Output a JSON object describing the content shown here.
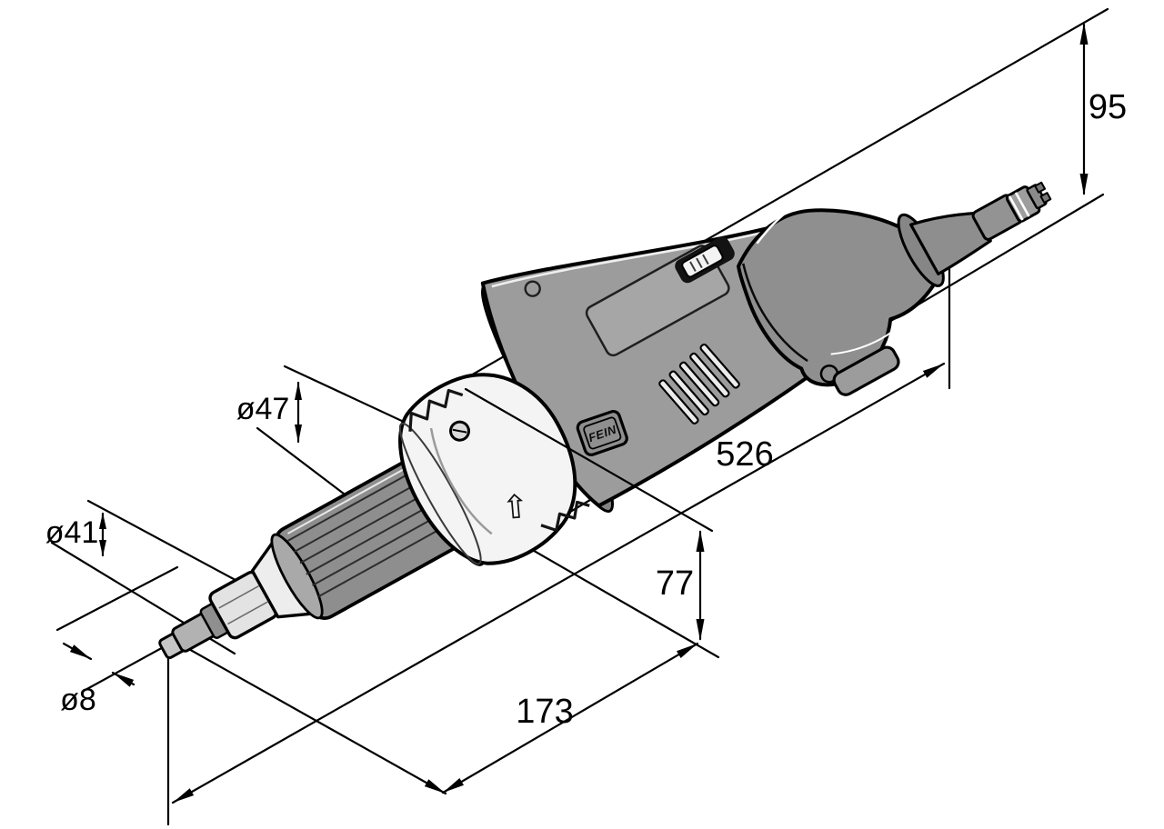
{
  "figure": {
    "kind": "technical-dimension-drawing",
    "subject": "FEIN straight die grinder, oblique side view with dimension lines",
    "units": "mm"
  },
  "dimensions": {
    "rear_height": "95",
    "overall_length": "526",
    "collar_height": "77",
    "front_length": "173",
    "collar_diameter": "ø47",
    "barrel_diameter": "ø41",
    "spindle_diameter": "ø8"
  },
  "badge": {
    "brand": "FEIN"
  },
  "icons": {
    "rotation_arrow": "⇧"
  },
  "colors": {
    "line": "#000000",
    "housing_gray": "#9c9c9c",
    "handle_gray": "#8f8f8f",
    "barrel_gray": "#8e8e8e",
    "collar_white": "#f4f4f4",
    "background": "#ffffff"
  }
}
